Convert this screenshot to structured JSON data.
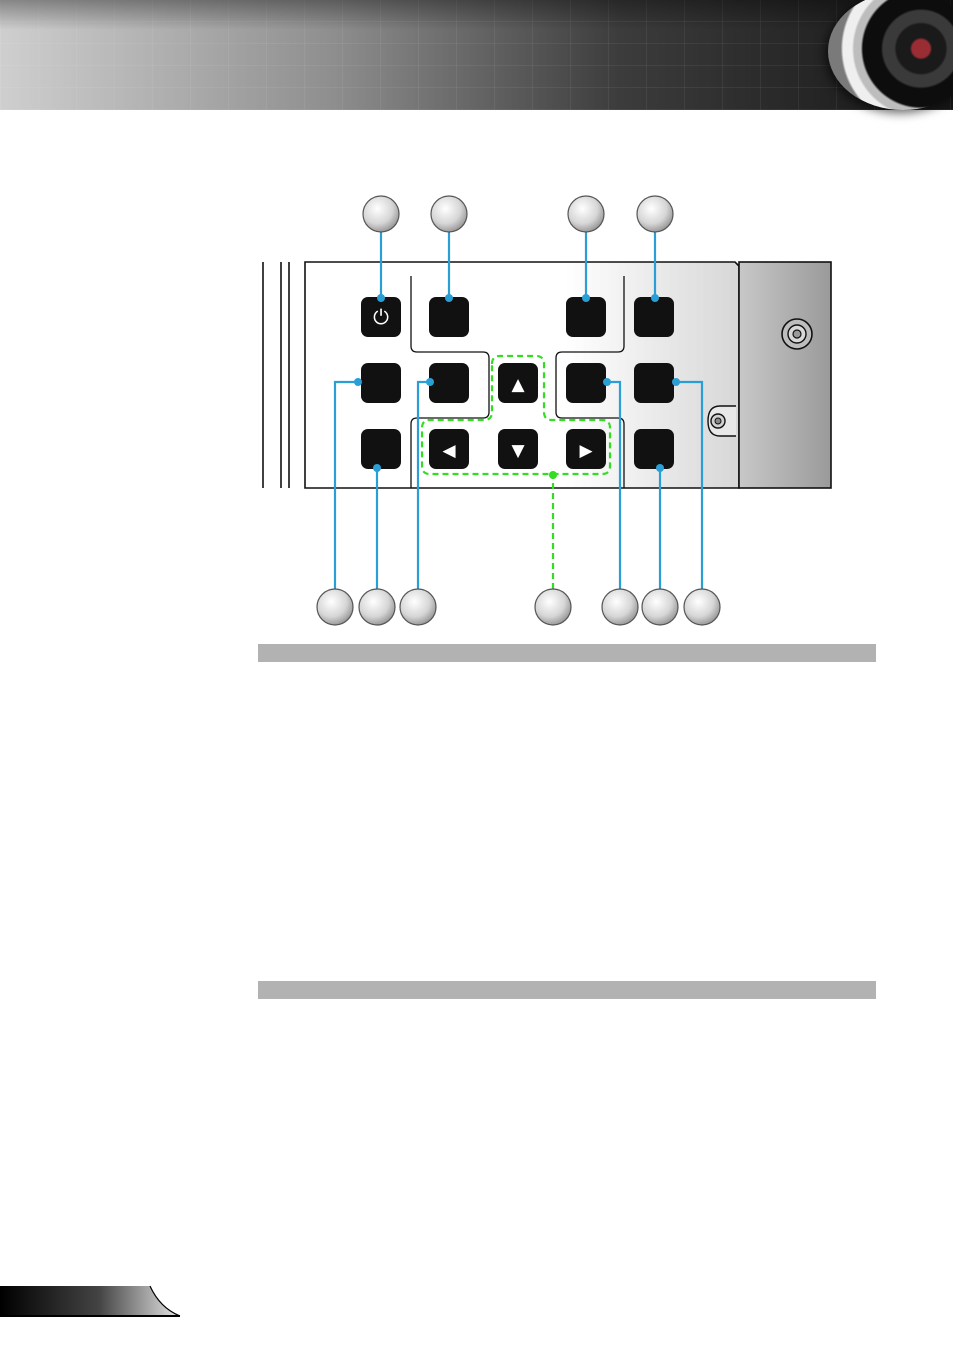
{
  "header": {
    "band": "header-banner",
    "lens": "projector-lens-graphic"
  },
  "keypad": {
    "buttons": [
      {
        "id": "power",
        "icon": "power-icon",
        "glyph": "⏻"
      },
      {
        "id": "top-2",
        "icon": "",
        "glyph": ""
      },
      {
        "id": "top-3",
        "icon": "",
        "glyph": ""
      },
      {
        "id": "top-4",
        "icon": "",
        "glyph": ""
      },
      {
        "id": "mid-1",
        "icon": "",
        "glyph": ""
      },
      {
        "id": "mid-2",
        "icon": "",
        "glyph": ""
      },
      {
        "id": "up",
        "icon": "arrow-up-icon",
        "glyph": "▲"
      },
      {
        "id": "mid-4",
        "icon": "",
        "glyph": ""
      },
      {
        "id": "mid-5",
        "icon": "",
        "glyph": ""
      },
      {
        "id": "bottom-1",
        "icon": "",
        "glyph": ""
      },
      {
        "id": "left",
        "icon": "arrow-left-icon",
        "glyph": "◀"
      },
      {
        "id": "down",
        "icon": "arrow-down-icon",
        "glyph": "▼"
      },
      {
        "id": "right",
        "icon": "arrow-right-icon",
        "glyph": "▶"
      },
      {
        "id": "bottom-5",
        "icon": "",
        "glyph": ""
      }
    ],
    "callout_count_top": 4,
    "callout_count_bottom": 7
  },
  "colors": {
    "callout_line": "#2a9fd6",
    "nav_highlight": "#33dd22",
    "button": "#111111",
    "section_bar": "#b2b2b2"
  }
}
